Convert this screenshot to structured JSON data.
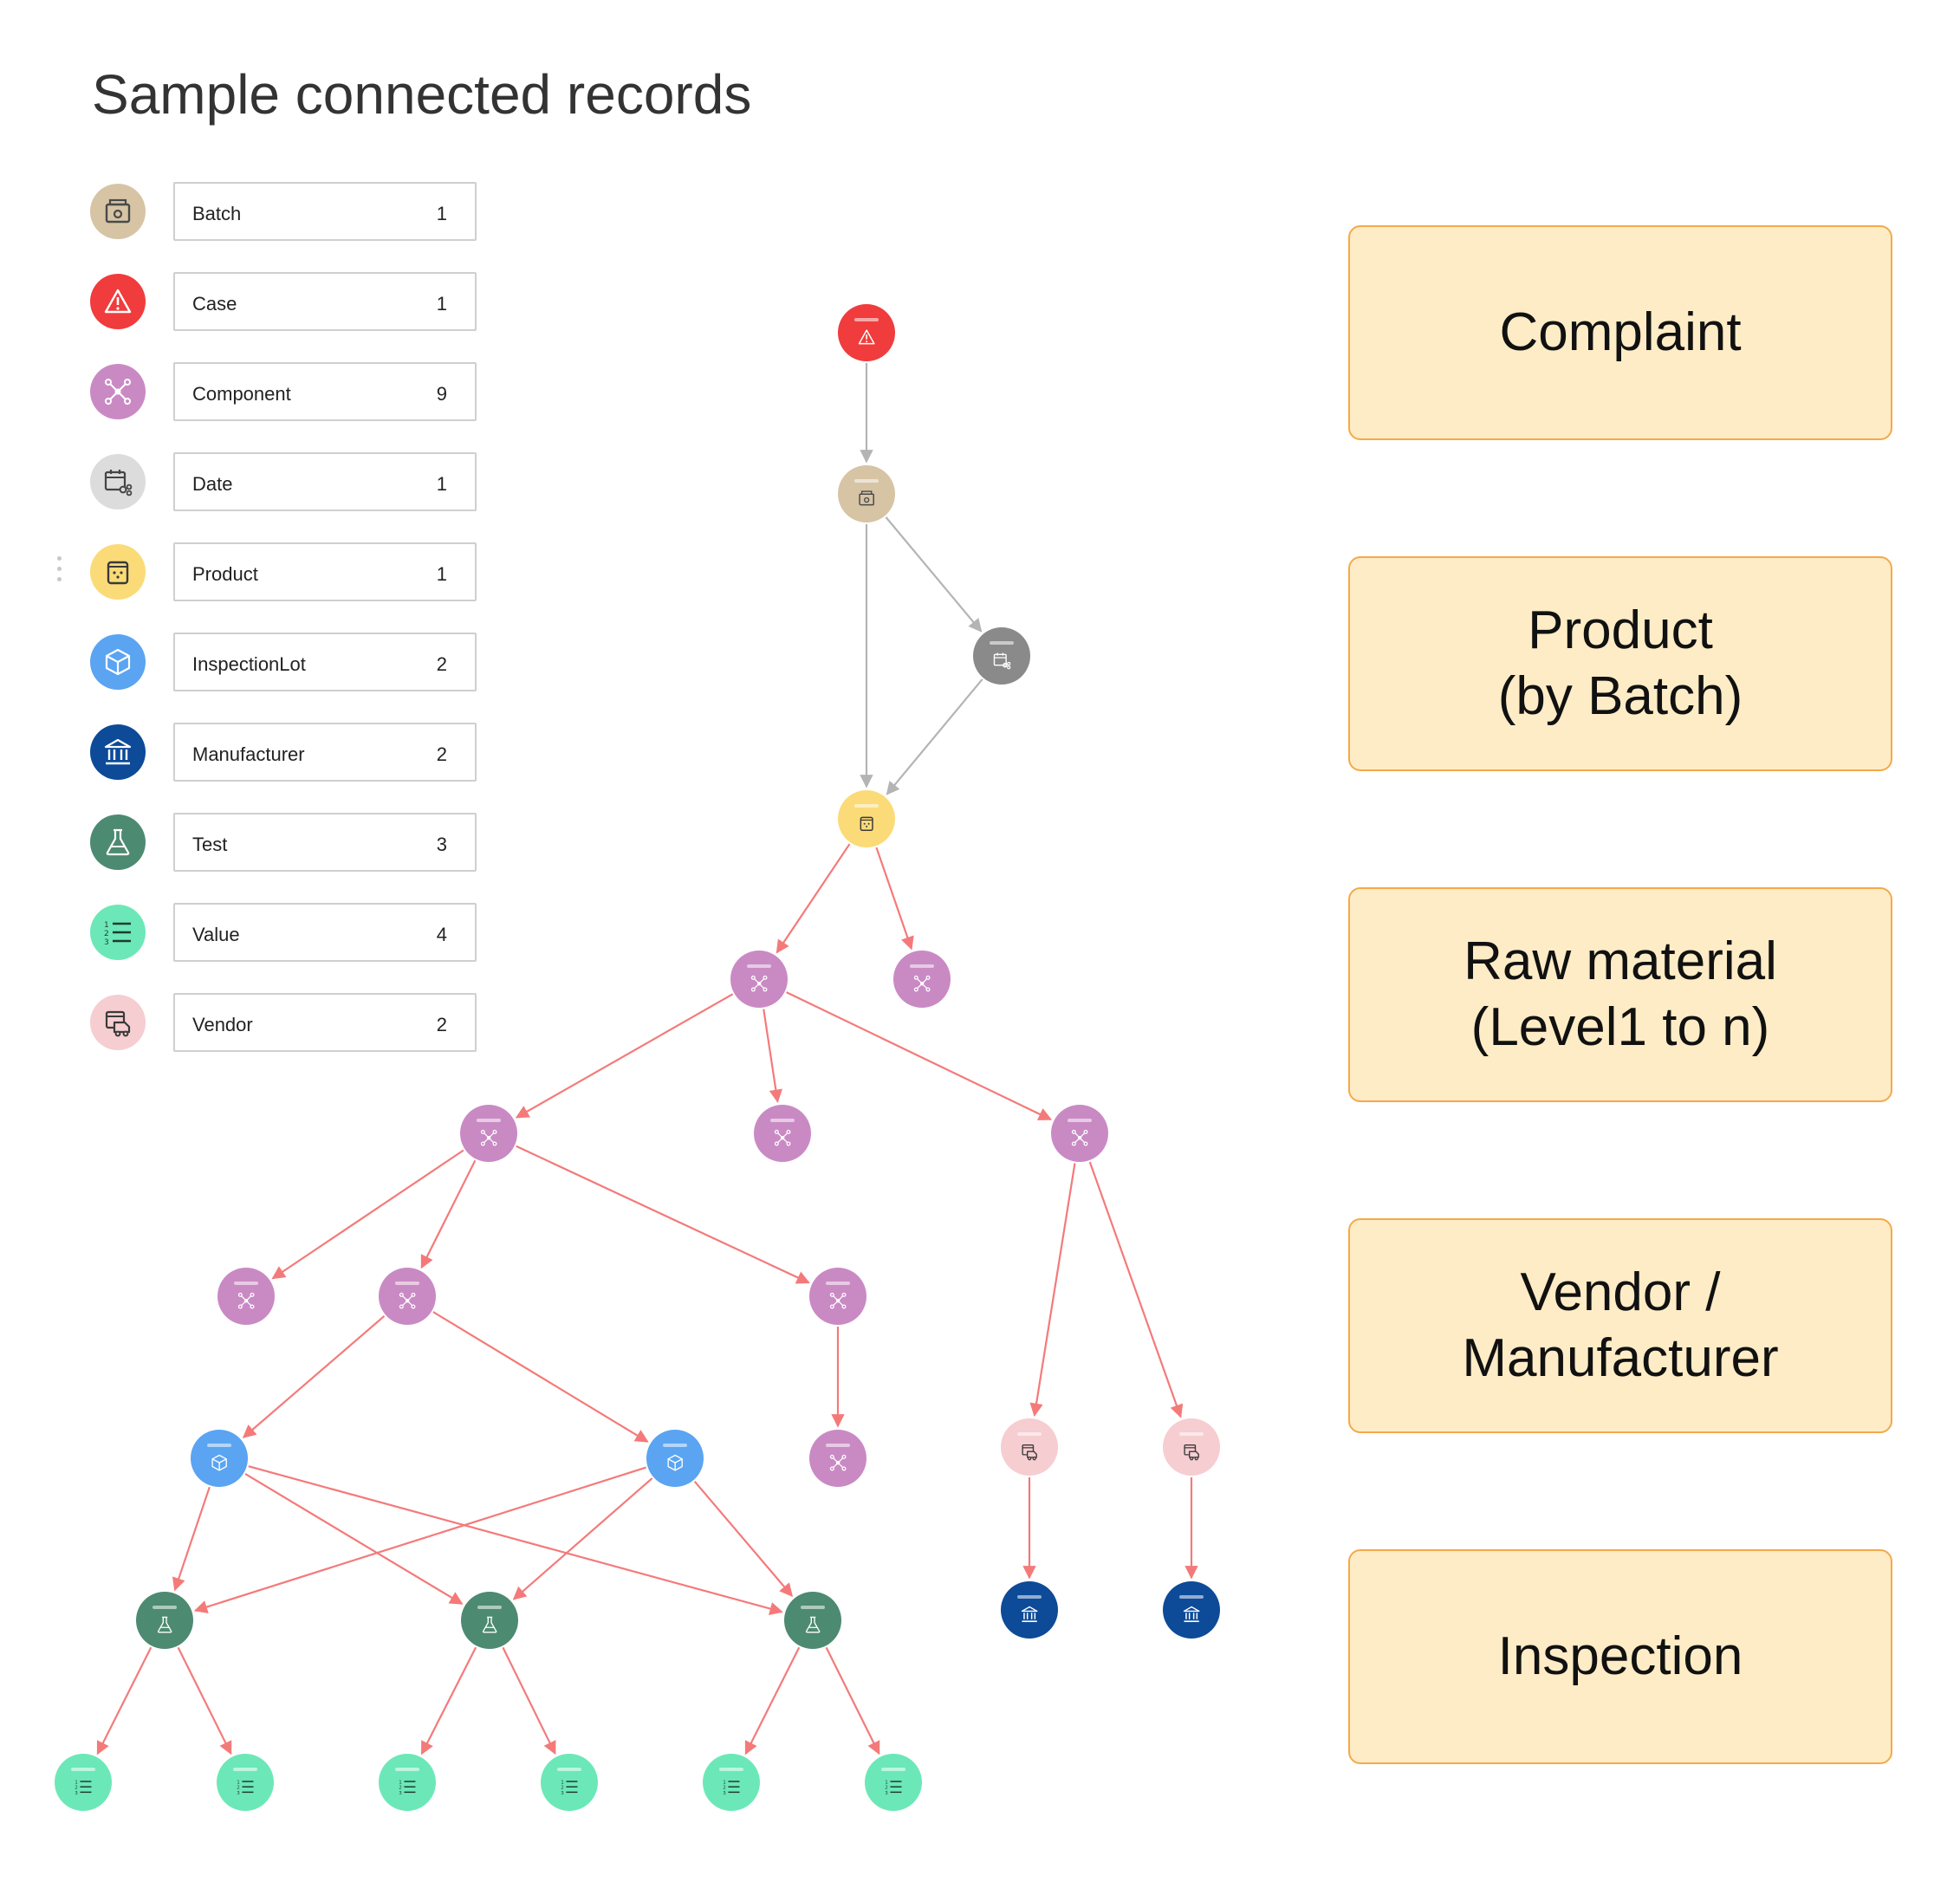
{
  "title": "Sample connected records",
  "legend": [
    {
      "label": "Batch",
      "count": "1",
      "icon": "batch-icon",
      "color": "#d6c4a4",
      "fg": "#4a4a4a"
    },
    {
      "label": "Case",
      "count": "1",
      "icon": "warning-icon",
      "color": "#f03c3c",
      "fg": "#ffffff"
    },
    {
      "label": "Component",
      "count": "9",
      "icon": "component-icon",
      "color": "#c98ac4",
      "fg": "#ffffff"
    },
    {
      "label": "Date",
      "count": "1",
      "icon": "calendar-icon",
      "color": "#dcdcdc",
      "fg": "#444444"
    },
    {
      "label": "Product",
      "count": "1",
      "icon": "product-icon",
      "color": "#fbdb78",
      "fg": "#3a3a3a"
    },
    {
      "label": "InspectionLot",
      "count": "2",
      "icon": "cube-icon",
      "color": "#5aa4f2",
      "fg": "#ffffff"
    },
    {
      "label": "Manufacturer",
      "count": "2",
      "icon": "bank-icon",
      "color": "#0d4a98",
      "fg": "#ffffff"
    },
    {
      "label": "Test",
      "count": "3",
      "icon": "flask-icon",
      "color": "#4d8a72",
      "fg": "#ffffff"
    },
    {
      "label": "Value",
      "count": "4",
      "icon": "list-icon",
      "color": "#6ce8b8",
      "fg": "#1f3a30"
    },
    {
      "label": "Vendor",
      "count": "2",
      "icon": "vendor-icon",
      "color": "#f6cdd0",
      "fg": "#3a3a3a"
    }
  ],
  "stages": [
    {
      "text": "Complaint"
    },
    {
      "text": "Product\n(by Batch)"
    },
    {
      "text": "Raw material\n(Level1 to n)"
    },
    {
      "text": "Vendor /\nManufacturer"
    },
    {
      "text": "Inspection"
    }
  ],
  "graph": {
    "nodes": [
      {
        "id": "case",
        "type": "Case"
      },
      {
        "id": "batch",
        "type": "Batch"
      },
      {
        "id": "date",
        "type": "Date"
      },
      {
        "id": "product",
        "type": "Product"
      },
      {
        "id": "c1",
        "type": "Component"
      },
      {
        "id": "c2",
        "type": "Component"
      },
      {
        "id": "c3",
        "type": "Component"
      },
      {
        "id": "c4",
        "type": "Component"
      },
      {
        "id": "c5",
        "type": "Component"
      },
      {
        "id": "c6",
        "type": "Component"
      },
      {
        "id": "c7",
        "type": "Component"
      },
      {
        "id": "c8",
        "type": "Component"
      },
      {
        "id": "c9",
        "type": "Component"
      },
      {
        "id": "il1",
        "type": "InspectionLot"
      },
      {
        "id": "il2",
        "type": "InspectionLot"
      },
      {
        "id": "v1",
        "type": "Vendor"
      },
      {
        "id": "v2",
        "type": "Vendor"
      },
      {
        "id": "m1",
        "type": "Manufacturer"
      },
      {
        "id": "m2",
        "type": "Manufacturer"
      },
      {
        "id": "t1",
        "type": "Test"
      },
      {
        "id": "t2",
        "type": "Test"
      },
      {
        "id": "t3",
        "type": "Test"
      },
      {
        "id": "val1",
        "type": "Value"
      },
      {
        "id": "val2",
        "type": "Value"
      },
      {
        "id": "val3",
        "type": "Value"
      },
      {
        "id": "val4",
        "type": "Value"
      },
      {
        "id": "val5",
        "type": "Value"
      },
      {
        "id": "val6",
        "type": "Value"
      }
    ],
    "edges": [
      {
        "from": "case",
        "to": "batch",
        "kind": "gray"
      },
      {
        "from": "batch",
        "to": "date",
        "kind": "gray"
      },
      {
        "from": "batch",
        "to": "product",
        "kind": "gray"
      },
      {
        "from": "date",
        "to": "product",
        "kind": "gray"
      },
      {
        "from": "product",
        "to": "c1",
        "kind": "red"
      },
      {
        "from": "product",
        "to": "c2",
        "kind": "red"
      },
      {
        "from": "c1",
        "to": "c3",
        "kind": "red"
      },
      {
        "from": "c1",
        "to": "c4",
        "kind": "red"
      },
      {
        "from": "c1",
        "to": "c5",
        "kind": "red"
      },
      {
        "from": "c3",
        "to": "c6",
        "kind": "red"
      },
      {
        "from": "c3",
        "to": "c7",
        "kind": "red"
      },
      {
        "from": "c3",
        "to": "c8",
        "kind": "red"
      },
      {
        "from": "c8",
        "to": "c9",
        "kind": "red"
      },
      {
        "from": "c7",
        "to": "il1",
        "kind": "red"
      },
      {
        "from": "c7",
        "to": "il2",
        "kind": "red"
      },
      {
        "from": "c5",
        "to": "v1",
        "kind": "red"
      },
      {
        "from": "c5",
        "to": "v2",
        "kind": "red"
      },
      {
        "from": "v1",
        "to": "m1",
        "kind": "red"
      },
      {
        "from": "v2",
        "to": "m2",
        "kind": "red"
      },
      {
        "from": "il1",
        "to": "t1",
        "kind": "red"
      },
      {
        "from": "il1",
        "to": "t2",
        "kind": "red"
      },
      {
        "from": "il1",
        "to": "t3",
        "kind": "red"
      },
      {
        "from": "il2",
        "to": "t1",
        "kind": "red"
      },
      {
        "from": "il2",
        "to": "t2",
        "kind": "red"
      },
      {
        "from": "il2",
        "to": "t3",
        "kind": "red"
      },
      {
        "from": "t1",
        "to": "val1",
        "kind": "red"
      },
      {
        "from": "t1",
        "to": "val2",
        "kind": "red"
      },
      {
        "from": "t2",
        "to": "val3",
        "kind": "red"
      },
      {
        "from": "t2",
        "to": "val4",
        "kind": "red"
      },
      {
        "from": "t3",
        "to": "val5",
        "kind": "red"
      },
      {
        "from": "t3",
        "to": "val6",
        "kind": "red"
      }
    ]
  },
  "edge_colors": {
    "gray": "#b4b4b4",
    "red": "#f47a7a"
  }
}
